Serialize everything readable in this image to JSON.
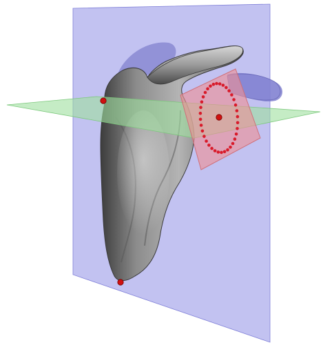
{
  "scene": {
    "planes": [
      {
        "name": "sagittal-plane",
        "color": "#8f8fe6"
      },
      {
        "name": "transverse-plane",
        "color": "#9fe09f"
      },
      {
        "name": "glenoid-plane",
        "color": "#ee8f95"
      }
    ],
    "bone": {
      "name": "scapula-bone",
      "color": "#8e8e8e"
    },
    "landmarks": {
      "color": "#d01010"
    },
    "glenoid_rim_points": {
      "color": "#d81a2a",
      "count": 36
    }
  }
}
